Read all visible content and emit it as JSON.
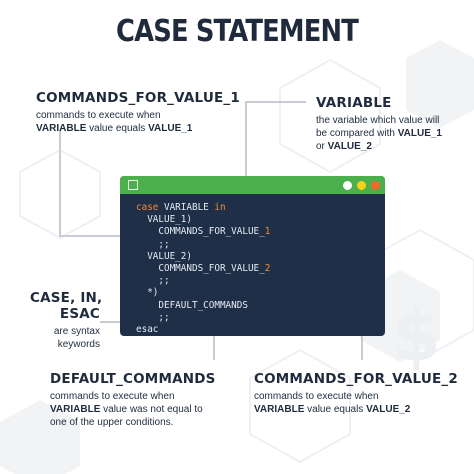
{
  "title": "CASE STATEMENT",
  "colors": {
    "accent": "#4bb04b",
    "keyword": "#f28a30",
    "window_bg": "#1f2f48",
    "text_dark": "#1f2b3d"
  },
  "annotations": {
    "commands_value_1": {
      "heading": "COMMANDS_FOR_VALUE_1",
      "line1": "commands to execute when",
      "line2_b1": "VARIABLE",
      "line2_t": " value equals ",
      "line2_b2": "VALUE_1"
    },
    "variable": {
      "heading": "VARIABLE",
      "line1": "the variable which value will",
      "line2_t": "be compared with ",
      "line2_b1": "VALUE_1",
      "line3_t": "or ",
      "line3_b1": "VALUE_2"
    },
    "keywords": {
      "heading1": "CASE, IN,",
      "heading2": "ESAC",
      "line1": "are syntax",
      "line2": "keywords"
    },
    "default_commands": {
      "heading": "DEFAULT_COMMANDS",
      "line1": "commands to execute when",
      "line2_b1": "VARIABLE",
      "line2_t": " value was not equal to",
      "line3": "one of the upper conditions."
    },
    "commands_value_2": {
      "heading": "COMMANDS_FOR_VALUE_2",
      "line1": "commands to execute when",
      "line2_b1": "VARIABLE",
      "line2_t": " value equals ",
      "line2_b2": "VALUE_2"
    }
  },
  "code": {
    "l1_kw1": "case",
    "l1_text": " VARIABLE ",
    "l1_kw2": "in",
    "l2": "  VALUE_1)",
    "l3_text": "    COMMANDS_FOR_VALUE_",
    "l3_num": "1",
    "l4": "    ;;",
    "l5": "  VALUE_2)",
    "l6_text": "    COMMANDS_FOR_VALUE_",
    "l6_num": "2",
    "l7": "    ;;",
    "l8": "  *)",
    "l9": "    DEFAULT_COMMANDS",
    "l10": "    ;;",
    "l11": "esac"
  }
}
